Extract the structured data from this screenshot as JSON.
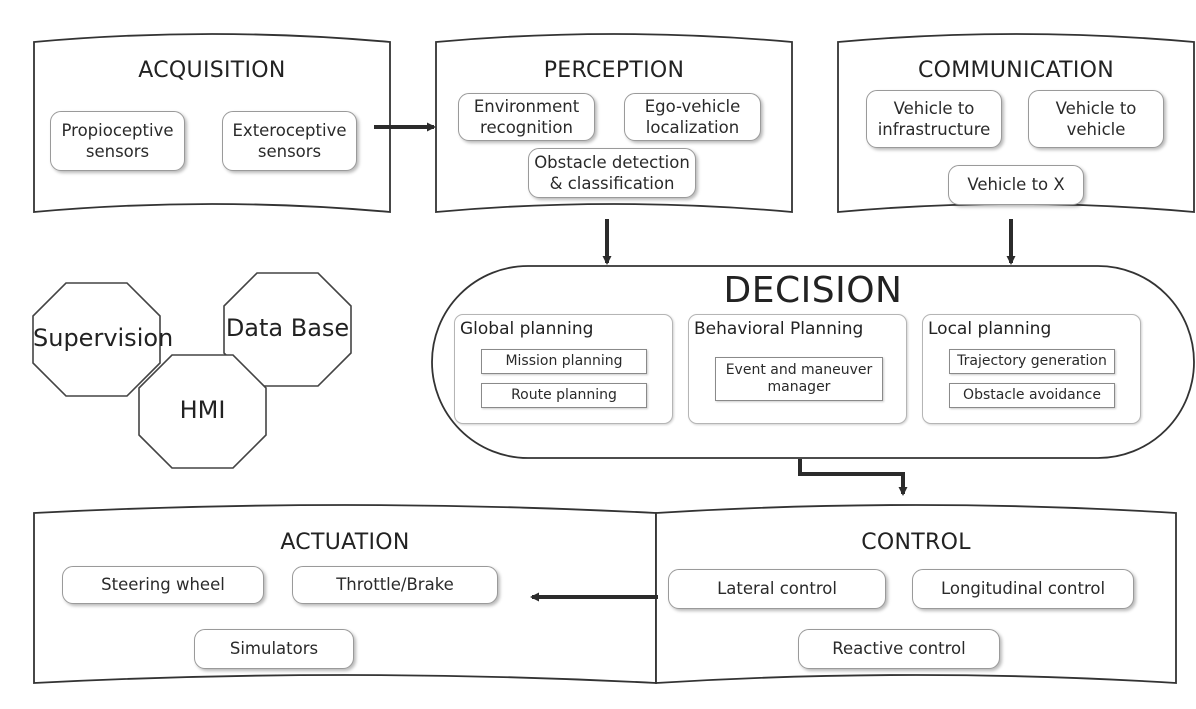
{
  "acquisition": {
    "title": "ACQUISITION",
    "items": [
      "Propioceptive\nsensors",
      "Exteroceptive\nsensors"
    ]
  },
  "perception": {
    "title": "PERCEPTION",
    "items": [
      "Environment\nrecognition",
      "Ego-vehicle\nlocalization",
      "Obstacle detection\n& classification"
    ]
  },
  "communication": {
    "title": "COMMUNICATION",
    "items": [
      "Vehicle to\ninfrastructure",
      "Vehicle to\nvehicle",
      "Vehicle to X"
    ]
  },
  "decision": {
    "title": "DECISION",
    "global": {
      "title": "Global planning",
      "items": [
        "Mission planning",
        "Route planning"
      ]
    },
    "behavioral": {
      "title": "Behavioral Planning",
      "items": [
        "Event and maneuver\nmanager"
      ]
    },
    "local": {
      "title": "Local planning",
      "items": [
        "Trajectory generation",
        "Obstacle avoidance"
      ]
    }
  },
  "octagons": [
    "Supervision",
    "Data Base",
    "HMI"
  ],
  "actuation": {
    "title": "ACTUATION",
    "items": [
      "Steering wheel",
      "Throttle/Brake",
      "Simulators"
    ]
  },
  "control": {
    "title": "CONTROL",
    "items": [
      "Lateral control",
      "Longitudinal control",
      "Reactive control"
    ]
  },
  "colors": {
    "stroke": "#333333",
    "arrow": "#2b2b2b",
    "box_border": "#9a9a9a"
  }
}
